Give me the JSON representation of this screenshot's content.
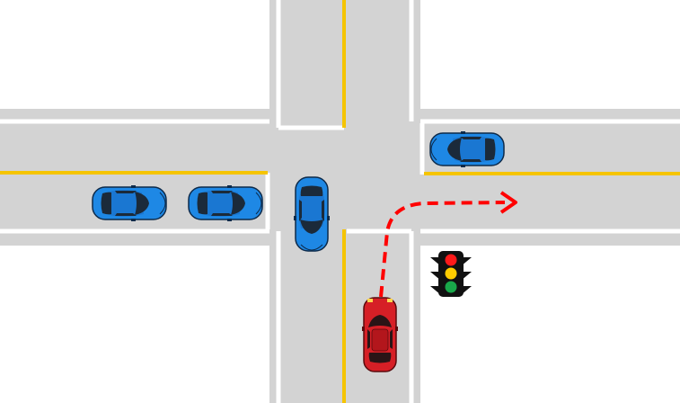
{
  "scene": {
    "kind": "intersection",
    "colors": {
      "road": "#d3d3d3",
      "curb": "#ffffff",
      "center_line": "#f5c400",
      "car_blue": "#1e88e5",
      "car_red": "#d61f26",
      "path_arrow": "#ff0000",
      "traffic_light_body": "#111111",
      "light_red": "#ff1a1a",
      "light_yellow": "#ffcc00",
      "light_green": "#19a84a"
    },
    "vehicles": [
      {
        "id": "blue-car-west-1",
        "color": "blue",
        "heading": "east"
      },
      {
        "id": "blue-car-west-2",
        "color": "blue",
        "heading": "east"
      },
      {
        "id": "blue-car-center",
        "color": "blue",
        "heading": "south"
      },
      {
        "id": "blue-car-east",
        "color": "blue",
        "heading": "west"
      },
      {
        "id": "red-car-player",
        "color": "red",
        "heading": "north"
      }
    ],
    "maneuver": {
      "vehicle": "red-car-player",
      "turn": "right"
    },
    "traffic_light": {
      "lit": [
        "red",
        "yellow",
        "green"
      ]
    }
  }
}
